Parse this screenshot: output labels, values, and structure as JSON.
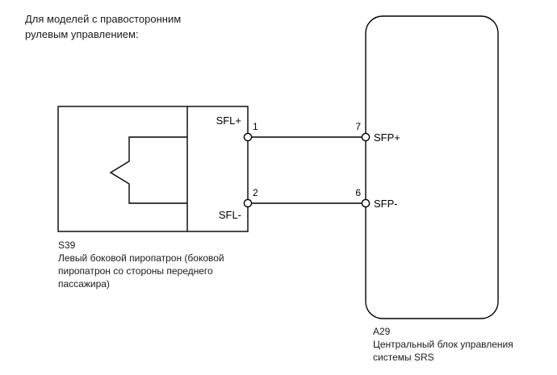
{
  "diagram": {
    "heading": "Для моделей с правосторонним\nрулевым управлением:",
    "line_color": "#000000",
    "background_color": "#ffffff",
    "components": {
      "left_connector": {
        "code": "S39",
        "description": "Левый боковой пиропатрон (боковой\nпиропатрон со стороны переднего\nпассажира)",
        "symbol_name": "squib-igniter-symbol",
        "terminals": [
          {
            "pin": "1",
            "label": "SFL+"
          },
          {
            "pin": "2",
            "label": "SFL-"
          }
        ]
      },
      "right_connector": {
        "code": "A29",
        "description": "Центральный блок управления\nсистемы SRS",
        "terminals": [
          {
            "pin": "7",
            "label": "SFP+"
          },
          {
            "pin": "6",
            "label": "SFP-"
          }
        ]
      }
    },
    "wires": [
      {
        "from": "1",
        "to": "7"
      },
      {
        "from": "2",
        "to": "6"
      }
    ]
  }
}
